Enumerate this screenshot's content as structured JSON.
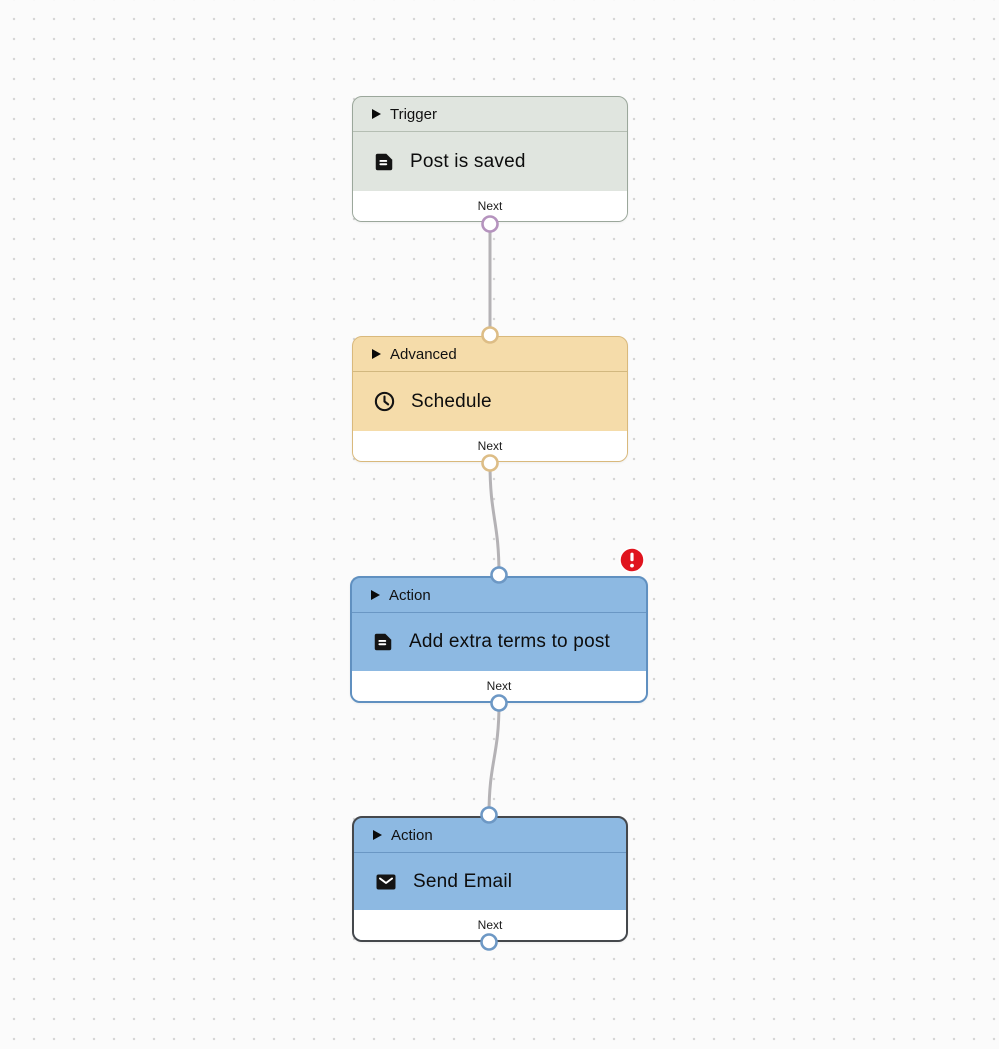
{
  "canvas": {
    "background": "#fbfbfb",
    "dot_color": "#d6d6d6",
    "connector_color": "#b4b2b5"
  },
  "nodes": [
    {
      "category": "Trigger",
      "title": "Post is saved",
      "footer_label": "Next",
      "icon": "note-icon",
      "collapse_icon": "play-triangle-icon",
      "fill": "#e0e5df",
      "border": "#9ba79b",
      "separator": "#b5beb3",
      "port_color": "#b593be",
      "has_input_port": false,
      "has_output_port": true,
      "error": false,
      "selected": false
    },
    {
      "category": "Advanced",
      "title": "Schedule",
      "footer_label": "Next",
      "icon": "clock-icon",
      "collapse_icon": "play-triangle-icon",
      "fill": "#f5dcaa",
      "border": "#d9b97c",
      "separator": "#d2b87f",
      "port_color": "#ddbd86",
      "has_input_port": true,
      "has_output_port": true,
      "error": false,
      "selected": false
    },
    {
      "category": "Action",
      "title": "Add extra terms to post",
      "footer_label": "Next",
      "icon": "note-icon",
      "collapse_icon": "play-triangle-icon",
      "fill": "#8db9e2",
      "border": "#6090c0",
      "separator": "#6a97c4",
      "port_color": "#6d98c5",
      "has_input_port": true,
      "has_output_port": true,
      "error": true,
      "selected": false
    },
    {
      "category": "Action",
      "title": "Send Email",
      "footer_label": "Next",
      "icon": "mail-icon",
      "collapse_icon": "play-triangle-icon",
      "fill": "#8db9e2",
      "border": "#45484c",
      "separator": "#6a97c4",
      "port_color": "#6d98c5",
      "has_input_port": true,
      "has_output_port": true,
      "error": false,
      "selected": true
    }
  ],
  "connections": [
    {
      "from": "Post is saved",
      "to": "Schedule"
    },
    {
      "from": "Schedule",
      "to": "Add extra terms to post"
    },
    {
      "from": "Add extra terms to post",
      "to": "Send Email"
    }
  ],
  "error_badge": {
    "color": "#e0141e",
    "glyph": "!"
  }
}
